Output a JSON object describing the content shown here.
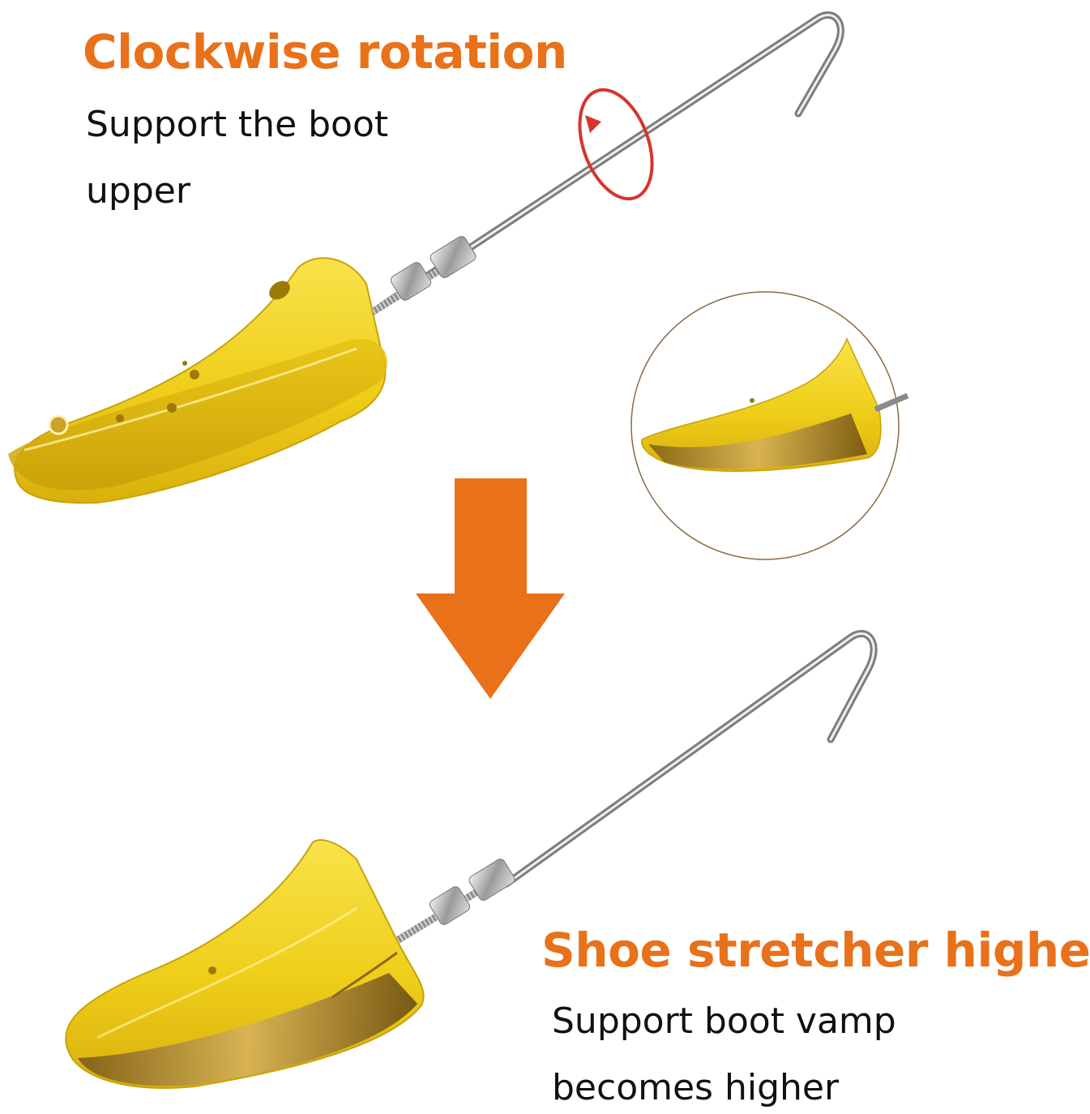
{
  "top_panel": {
    "heading": "Clockwise rotation",
    "text_line1": "Support the boot",
    "text_line2": "upper"
  },
  "bottom_panel": {
    "heading": "Shoe stretcher higher",
    "text_line1": "Support boot vamp",
    "text_line2": "becomes higher"
  },
  "colors": {
    "accent": "#e8711a",
    "stretcher_yellow": "#f2d21f",
    "rotation_arrow": "#d8332f",
    "inset_circle_border": "#8a6a44"
  }
}
